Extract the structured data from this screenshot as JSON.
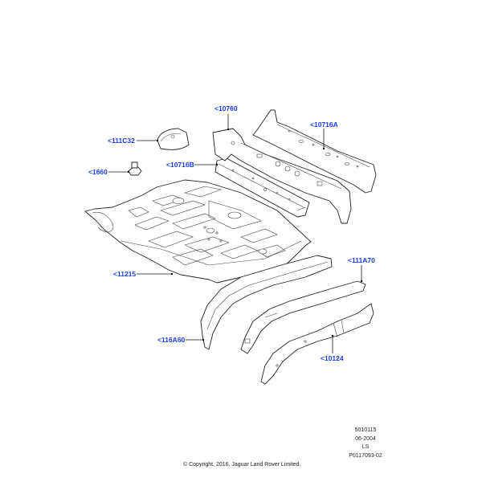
{
  "diagram": {
    "type": "exploded parts illustration",
    "label_color": "#1a3cf0",
    "callouts": [
      {
        "id": "10760",
        "label": "<10760"
      },
      {
        "id": "10716A",
        "label": "<10716A"
      },
      {
        "id": "111C32",
        "label": "<111C32"
      },
      {
        "id": "10716B",
        "label": "<10716B"
      },
      {
        "id": "1660",
        "label": "<1660"
      },
      {
        "id": "11215",
        "label": "<11215"
      },
      {
        "id": "111A70",
        "label": "<111A70"
      },
      {
        "id": "116A60",
        "label": "<116A60"
      },
      {
        "id": "10124",
        "label": "<10124"
      }
    ]
  },
  "footer": {
    "ref_lines": [
      "5010115",
      "06-2004",
      "LS",
      "P0117093-02"
    ],
    "copyright": "© Copyright, 2016. Jaguar Land Rover Limited."
  }
}
